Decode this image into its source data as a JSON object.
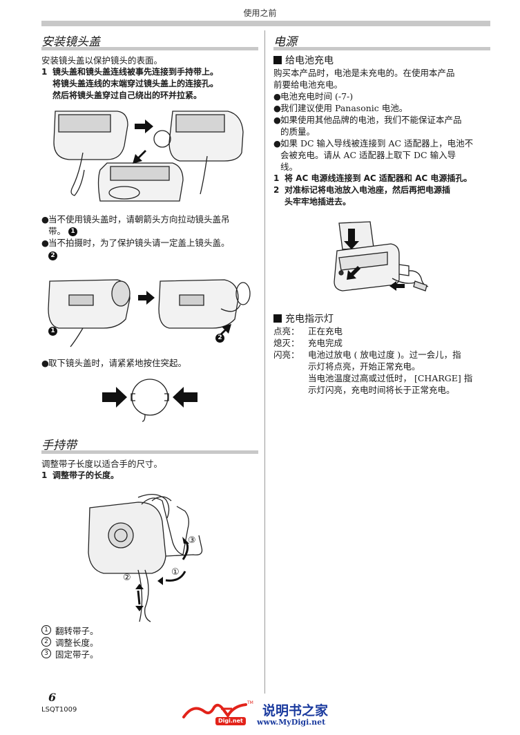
{
  "header": {
    "title": "使用之前"
  },
  "left": {
    "lens_cap": {
      "title": "安装镜头盖",
      "intro": "安装镜头盖以保护镜头的表面。",
      "step1_num": "1",
      "step1_lines": [
        "镜头盖和镜头盖连线被事先连接到手持带上。",
        "将镜头盖连线的末端穿过镜头盖上的连接孔。",
        "然后将镜头盖穿过自己绕出的环并拉紧。"
      ],
      "bullet1_lines": [
        "当不使用镜头盖时，请朝箭头方向拉动镜头盖吊",
        "带。"
      ],
      "bullet1_mark": "1",
      "bullet2_line": "当不拍摄时，为了保护镜头请一定盖上镜头盖。",
      "bullet2_mark": "2",
      "fig_mark1": "1",
      "fig_mark2": "2",
      "bullet3": "取下镜头盖时，请紧紧地按住突起。"
    },
    "grip_belt": {
      "title": "手持带",
      "intro": "调整带子长度以适合手的尺寸。",
      "step1_num": "1",
      "step1": "调整带子的长度。",
      "fig_labels": [
        "③",
        "②",
        "①"
      ],
      "items": [
        {
          "num": "1",
          "text": "翻转带子。"
        },
        {
          "num": "2",
          "text": "调整长度。"
        },
        {
          "num": "3",
          "text": "固定带子。"
        }
      ]
    }
  },
  "right": {
    "power": {
      "title": "电源",
      "charge_head": "给电池充电",
      "intro_lines": [
        "购买本产品时，电池是未充电的。在使用本产品",
        "前要给电池充电。"
      ],
      "bullets": [
        [
          "电池充电时间 (-7-)"
        ],
        [
          "我们建议使用 Panasonic 电池。"
        ],
        [
          "如果使用其他品牌的电池，我们不能保证本产品",
          "的质量。"
        ],
        [
          "如果 DC 输入导线被连接到 AC 适配器上，电池不",
          "会被充电。请从 AC 适配器上取下 DC 输入导",
          "线。"
        ]
      ],
      "step1_num": "1",
      "step1": "将 AC 电源线连接到 AC 适配器和 AC 电源插孔。",
      "step2_num": "2",
      "step2_lines": [
        "对准标记将电池放入电池座，然后再把电源插",
        "头牢牢地插进去。"
      ],
      "indicator_head": "充电指示灯",
      "indicator": [
        {
          "k": "点亮：",
          "v": "正在充电"
        },
        {
          "k": "熄灭：",
          "v": "充电完成"
        },
        {
          "k": "闪亮：",
          "v": "电池过放电 ( 放电过度 )。过一会儿，指"
        }
      ],
      "indicator_more": [
        "示灯将点亮，开始正常充电。",
        "当电池温度过高或过低时， [CHARGE] 指",
        "示灯闪亮，充电时间将长于正常充电。"
      ]
    }
  },
  "footer": {
    "page_number": "6",
    "code": "LSQT1009",
    "logo_cn": "说明书之家",
    "logo_url": "www.MyDigi.net",
    "logo_tm": "TM",
    "logo_badge": "Digi.net"
  }
}
